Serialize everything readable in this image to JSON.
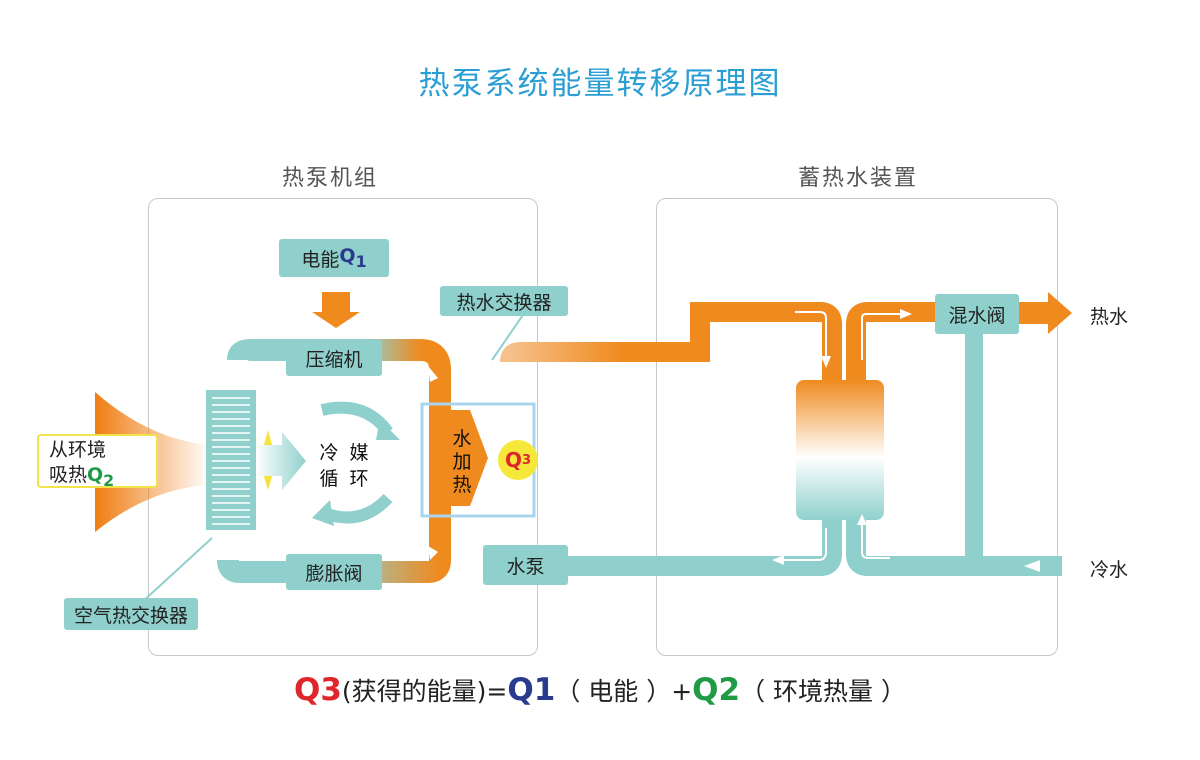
{
  "title": "热泵系统能量转移原理图",
  "sections": {
    "heat_pump_unit": "热泵机组",
    "water_storage": "蓄热水装置"
  },
  "labels": {
    "electric_energy": "电能",
    "q1": "Q",
    "q1_sub": "1",
    "compressor": "压缩机",
    "expansion_valve": "膨胀阀",
    "hot_water_exchanger": "热水交换器",
    "air_exchanger": "空气热交换器",
    "water_pump": "水泵",
    "mixing_valve": "混水阀",
    "hot_water": "热水",
    "cold_water": "冷水",
    "env_line1": "从环境",
    "env_line2": "吸热",
    "q2": "Q",
    "q2_sub": "2",
    "refrigerant_cycle_1": "冷",
    "refrigerant_cycle_2": "媒",
    "refrigerant_cycle_3": "循",
    "refrigerant_cycle_4": "环",
    "water_heat_1": "水",
    "water_heat_2": "加",
    "water_heat_3": "热",
    "q3": "Q",
    "q3_sub": "3"
  },
  "formula": {
    "q3": "Q3",
    "q3_text": "(获得的能量)",
    "eq": "=",
    "q1": "Q1",
    "q1_text": "（ 电能 ）",
    "plus": "+",
    "q2": "Q2",
    "q2_text": "（ 环境热量 ）"
  },
  "colors": {
    "title": "#2b9ed4",
    "teal": "#8fd0cd",
    "orange": "#ef8a1e",
    "q1": "#2a3a8c",
    "q2": "#1f9a45",
    "q3": "#e0262a"
  }
}
